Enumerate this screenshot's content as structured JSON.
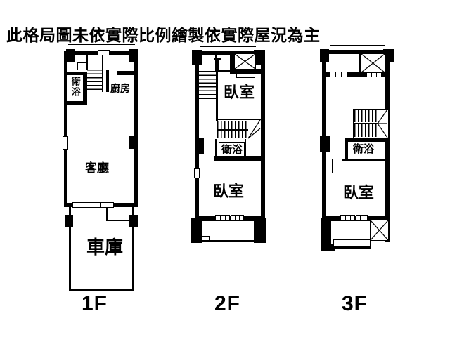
{
  "title": "此格局圖未依實際比例繪製依實際屋況為主",
  "colors": {
    "wall": "#000000",
    "background": "#ffffff"
  },
  "floors": [
    {
      "id": "1F",
      "label": "1F",
      "rooms": {
        "bathroom": "衛浴",
        "kitchen": "廚房",
        "living_room": "客廳",
        "garage": "車庫"
      }
    },
    {
      "id": "2F",
      "label": "2F",
      "rooms": {
        "bedroom_upper": "臥室",
        "bathroom": "衛浴",
        "bedroom_lower": "臥室"
      }
    },
    {
      "id": "3F",
      "label": "3F",
      "rooms": {
        "bathroom": "衛浴",
        "bedroom": "臥室"
      }
    }
  ]
}
